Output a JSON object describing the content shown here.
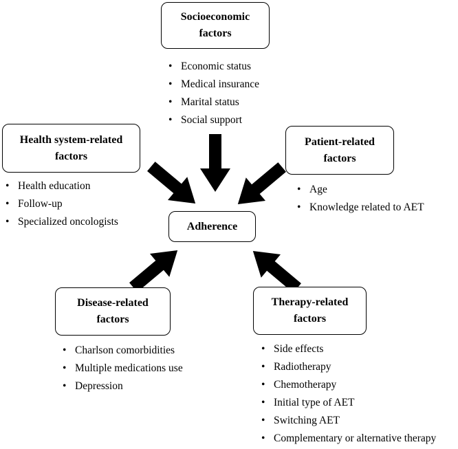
{
  "center": {
    "label": "Adherence"
  },
  "groups": [
    {
      "id": "socioeconomic",
      "title_line1": "Socioeconomic",
      "title_line2": "factors",
      "items": [
        "Economic status",
        "Medical insurance",
        "Marital status",
        "Social support"
      ]
    },
    {
      "id": "health-system",
      "title_line1": "Health system-related",
      "title_line2": "factors",
      "items": [
        "Health education",
        "Follow-up",
        "Specialized oncologists"
      ]
    },
    {
      "id": "patient",
      "title_line1": "Patient-related",
      "title_line2": "factors",
      "items": [
        "Age",
        "Knowledge related to AET"
      ]
    },
    {
      "id": "disease",
      "title_line1": "Disease-related",
      "title_line2": "factors",
      "items": [
        "Charlson comorbidities",
        "Multiple medications use",
        "Depression"
      ]
    },
    {
      "id": "therapy",
      "title_line1": "Therapy-related",
      "title_line2": "factors",
      "items": [
        "Side effects",
        "Radiotherapy",
        "Chemotherapy",
        "Initial type of AET",
        "Switching AET",
        "Complementary or alternative therapy"
      ]
    }
  ],
  "colors": {
    "arrow": "#000000",
    "border": "#000000",
    "background": "#ffffff"
  }
}
